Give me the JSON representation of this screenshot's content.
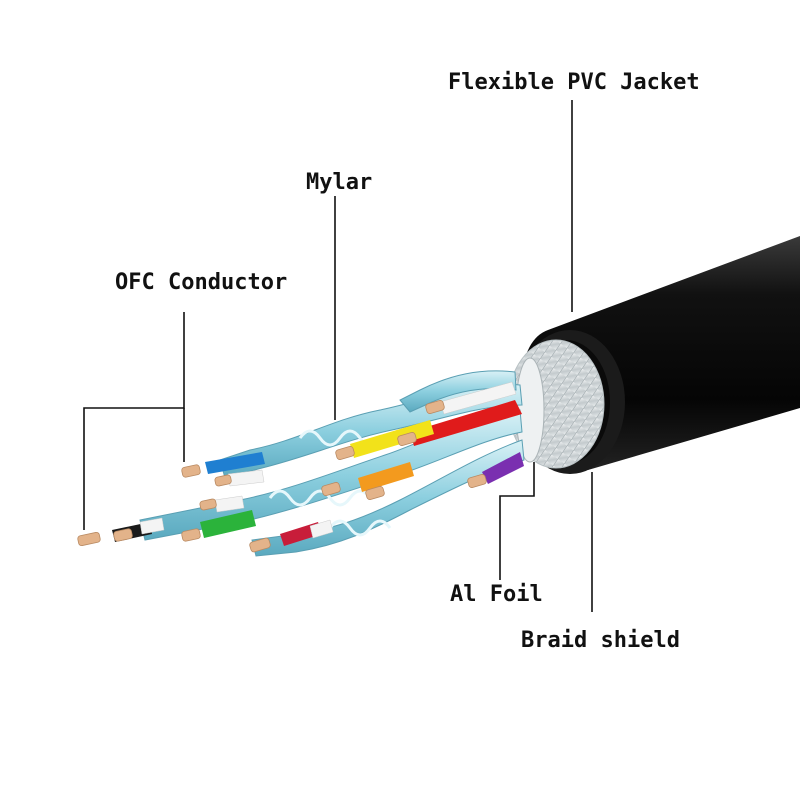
{
  "diagram": {
    "labels": {
      "jacket": "Flexible PVC Jacket",
      "mylar": "Mylar",
      "conductor": "OFC Conductor",
      "foil": "Al Foil",
      "braid": "Braid shield"
    },
    "colors": {
      "jacket": "#0d0d0d",
      "braid": "#d8dde0",
      "foil_wrap": "#a9dbe6",
      "copper": "#e3b38a",
      "leader_line": "#111111"
    },
    "wire_colors": [
      "#1f7fd1",
      "#f2e21a",
      "#e01b1b",
      "#f39a1e",
      "#2bb33b",
      "#c81d3a",
      "#7a2fb0",
      "#1a1a1a",
      "#ffffff"
    ]
  }
}
